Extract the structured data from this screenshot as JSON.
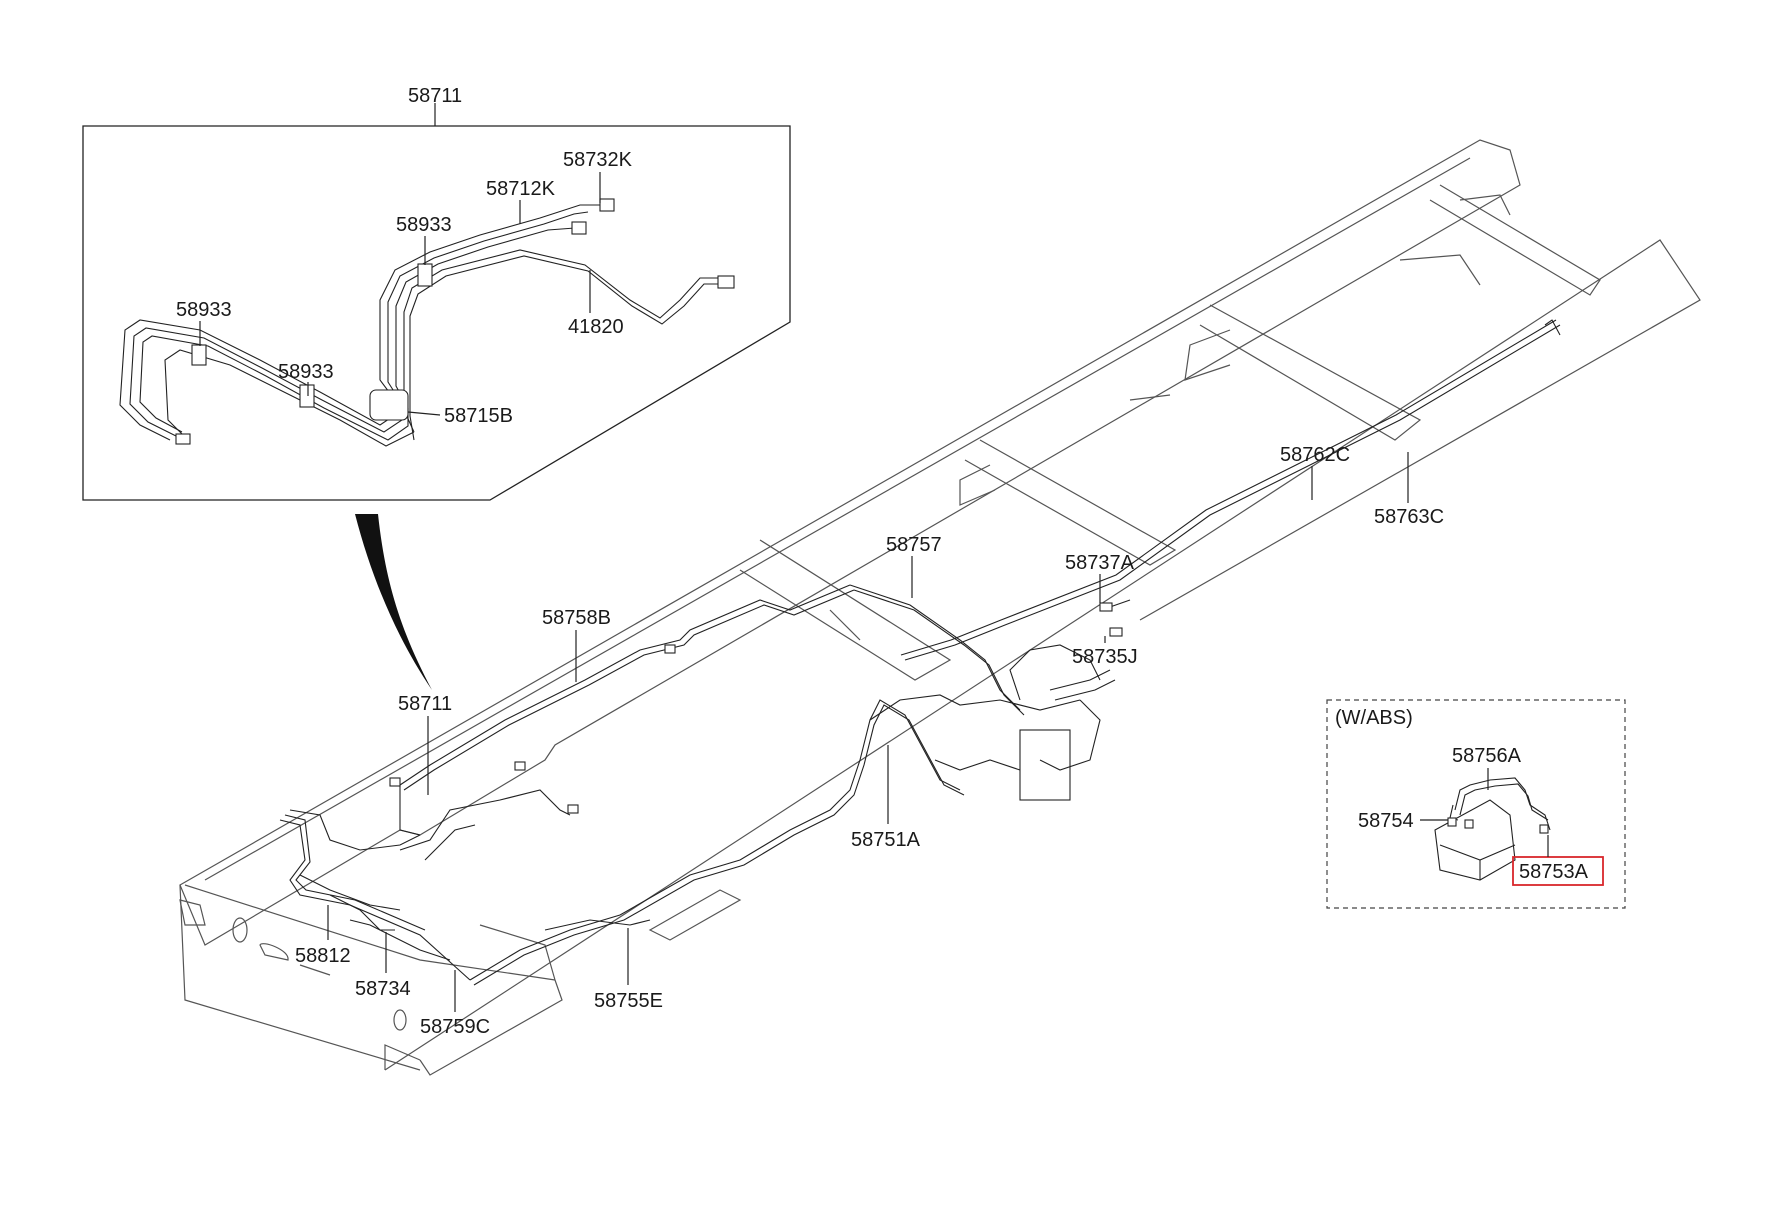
{
  "callouts": {
    "inset_top": "58711",
    "l58732K": "58732K",
    "l58712K": "58712K",
    "l58933_a": "58933",
    "l58933_b": "58933",
    "l58933_c": "58933",
    "l41820": "41820",
    "l58715B": "58715B",
    "l58762C": "58762C",
    "l58763C": "58763C",
    "l58757": "58757",
    "l58737A": "58737A",
    "l58758B": "58758B",
    "l58735J": "58735J",
    "l58711": "58711",
    "l58751A": "58751A",
    "l58812": "58812",
    "l58734": "58734",
    "l58759C": "58759C",
    "l58755E": "58755E",
    "abs_title": "(W/ABS)",
    "l58756A": "58756A",
    "l58754": "58754",
    "l58753A": "58753A"
  },
  "colors": {
    "highlight_box": "#d9262b",
    "line": "#222222"
  }
}
